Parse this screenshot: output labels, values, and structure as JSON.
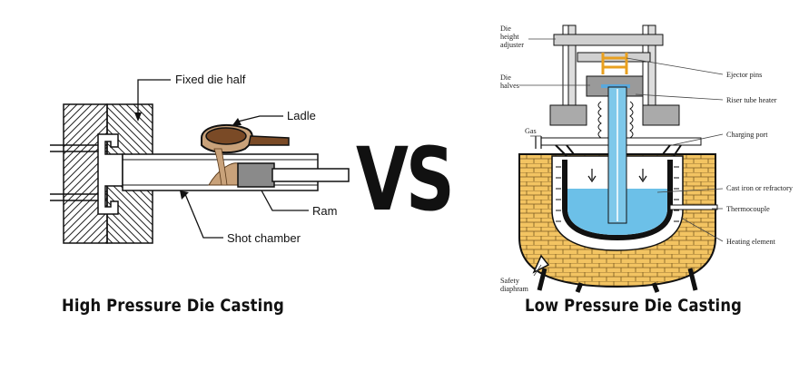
{
  "left": {
    "caption": "High Pressure Die Casting",
    "labels": {
      "fixed_die_half": "Fixed die half",
      "ladle": "Ladle",
      "ram": "Ram",
      "shot_chamber": "Shot chamber"
    }
  },
  "vs_text": "VS",
  "right": {
    "caption": "Low Pressure Die Casting",
    "labels": {
      "die_height_adjuster_1": "Die",
      "die_height_adjuster_2": "height",
      "die_height_adjuster_3": "adjuster",
      "die_halves_1": "Die",
      "die_halves_2": "halves",
      "ejector_pins": "Ejector pins",
      "riser_tube_heater": "Riser tube heater",
      "gas": "Gas",
      "charging_port": "Charging port",
      "cast_iron": "Cast iron or refractory",
      "thermocouple": "Thermocouple",
      "heating_element": "Heating element",
      "safety_diaphram_1": "Safety",
      "safety_diaphram_2": "diaphram"
    }
  },
  "colors": {
    "metal": "#c9a27a",
    "ladle_brown": "#7a4a26",
    "ram_gray": "#8a8a8a",
    "brick": "#f3c462",
    "molten": "#6cc0e8",
    "tube_blue": "#7ec8ea",
    "ink": "#111111"
  }
}
